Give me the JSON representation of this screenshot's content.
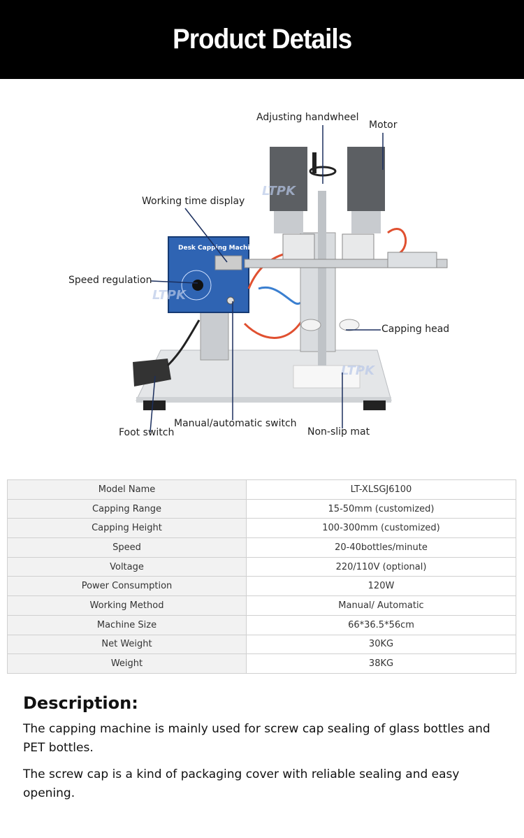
{
  "header": {
    "title": "Product Details"
  },
  "figure": {
    "watermark": "LTPK",
    "panel_title": "Desk Capping Machine",
    "labels": {
      "handwheel": "Adjusting handwheel",
      "motor": "Motor",
      "time_display": "Working time display",
      "speed": "Speed regulation",
      "capping_head": "Capping head",
      "switch": "Manual/automatic switch",
      "foot": "Foot switch",
      "mat": "Non-slip mat"
    },
    "colors": {
      "panel": "#2f64b3",
      "callout": "#1b2f5e"
    }
  },
  "specs": [
    {
      "name": "Model Name",
      "value": "LT-XLSGJ6100"
    },
    {
      "name": "Capping Range",
      "value": "15-50mm (customized)"
    },
    {
      "name": "Capping Height",
      "value": "100-300mm (customized)"
    },
    {
      "name": "Speed",
      "value": "20-40bottles/minute"
    },
    {
      "name": "Voltage",
      "value": "220/110V (optional)"
    },
    {
      "name": "Power Consumption",
      "value": "120W"
    },
    {
      "name": "Working Method",
      "value": "Manual/ Automatic"
    },
    {
      "name": "Machine Size",
      "value": "66*36.5*56cm"
    },
    {
      "name": "Net Weight",
      "value": "30KG"
    },
    {
      "name": "Weight",
      "value": "38KG"
    }
  ],
  "description": {
    "heading": "Description:",
    "paragraphs": [
      "The capping machine is mainly used for screw cap sealing of glass bottles and PET bottles.",
      "The screw cap is a kind of packaging cover with reliable sealing and easy opening."
    ]
  }
}
